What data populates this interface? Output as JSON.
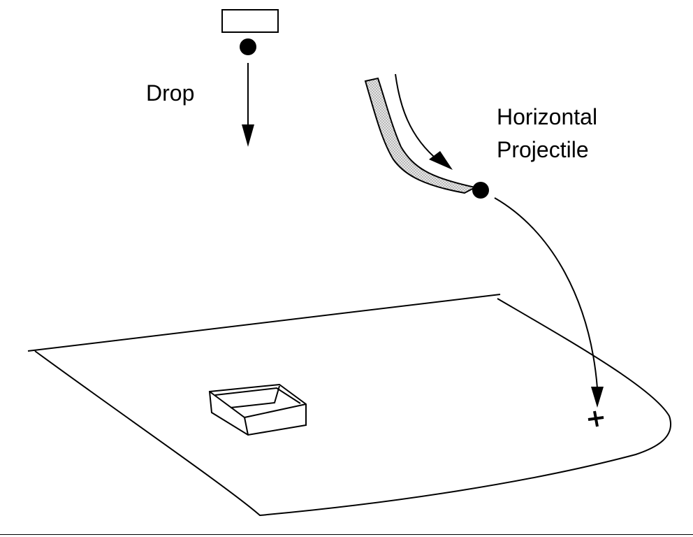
{
  "labels": {
    "drop": "Drop",
    "projectile_line1": "Horizontal",
    "projectile_line2": "Projectile"
  },
  "colors": {
    "ink": "#000000",
    "ramp_fill": "#d8d8d8",
    "background": "#ffffff"
  },
  "icons": {
    "drop_source": "rectangle-platform",
    "ball": "filled-circle",
    "ramp": "curved-shaded-ramp",
    "target": "box-container",
    "landing_mark": "plus-mark"
  }
}
